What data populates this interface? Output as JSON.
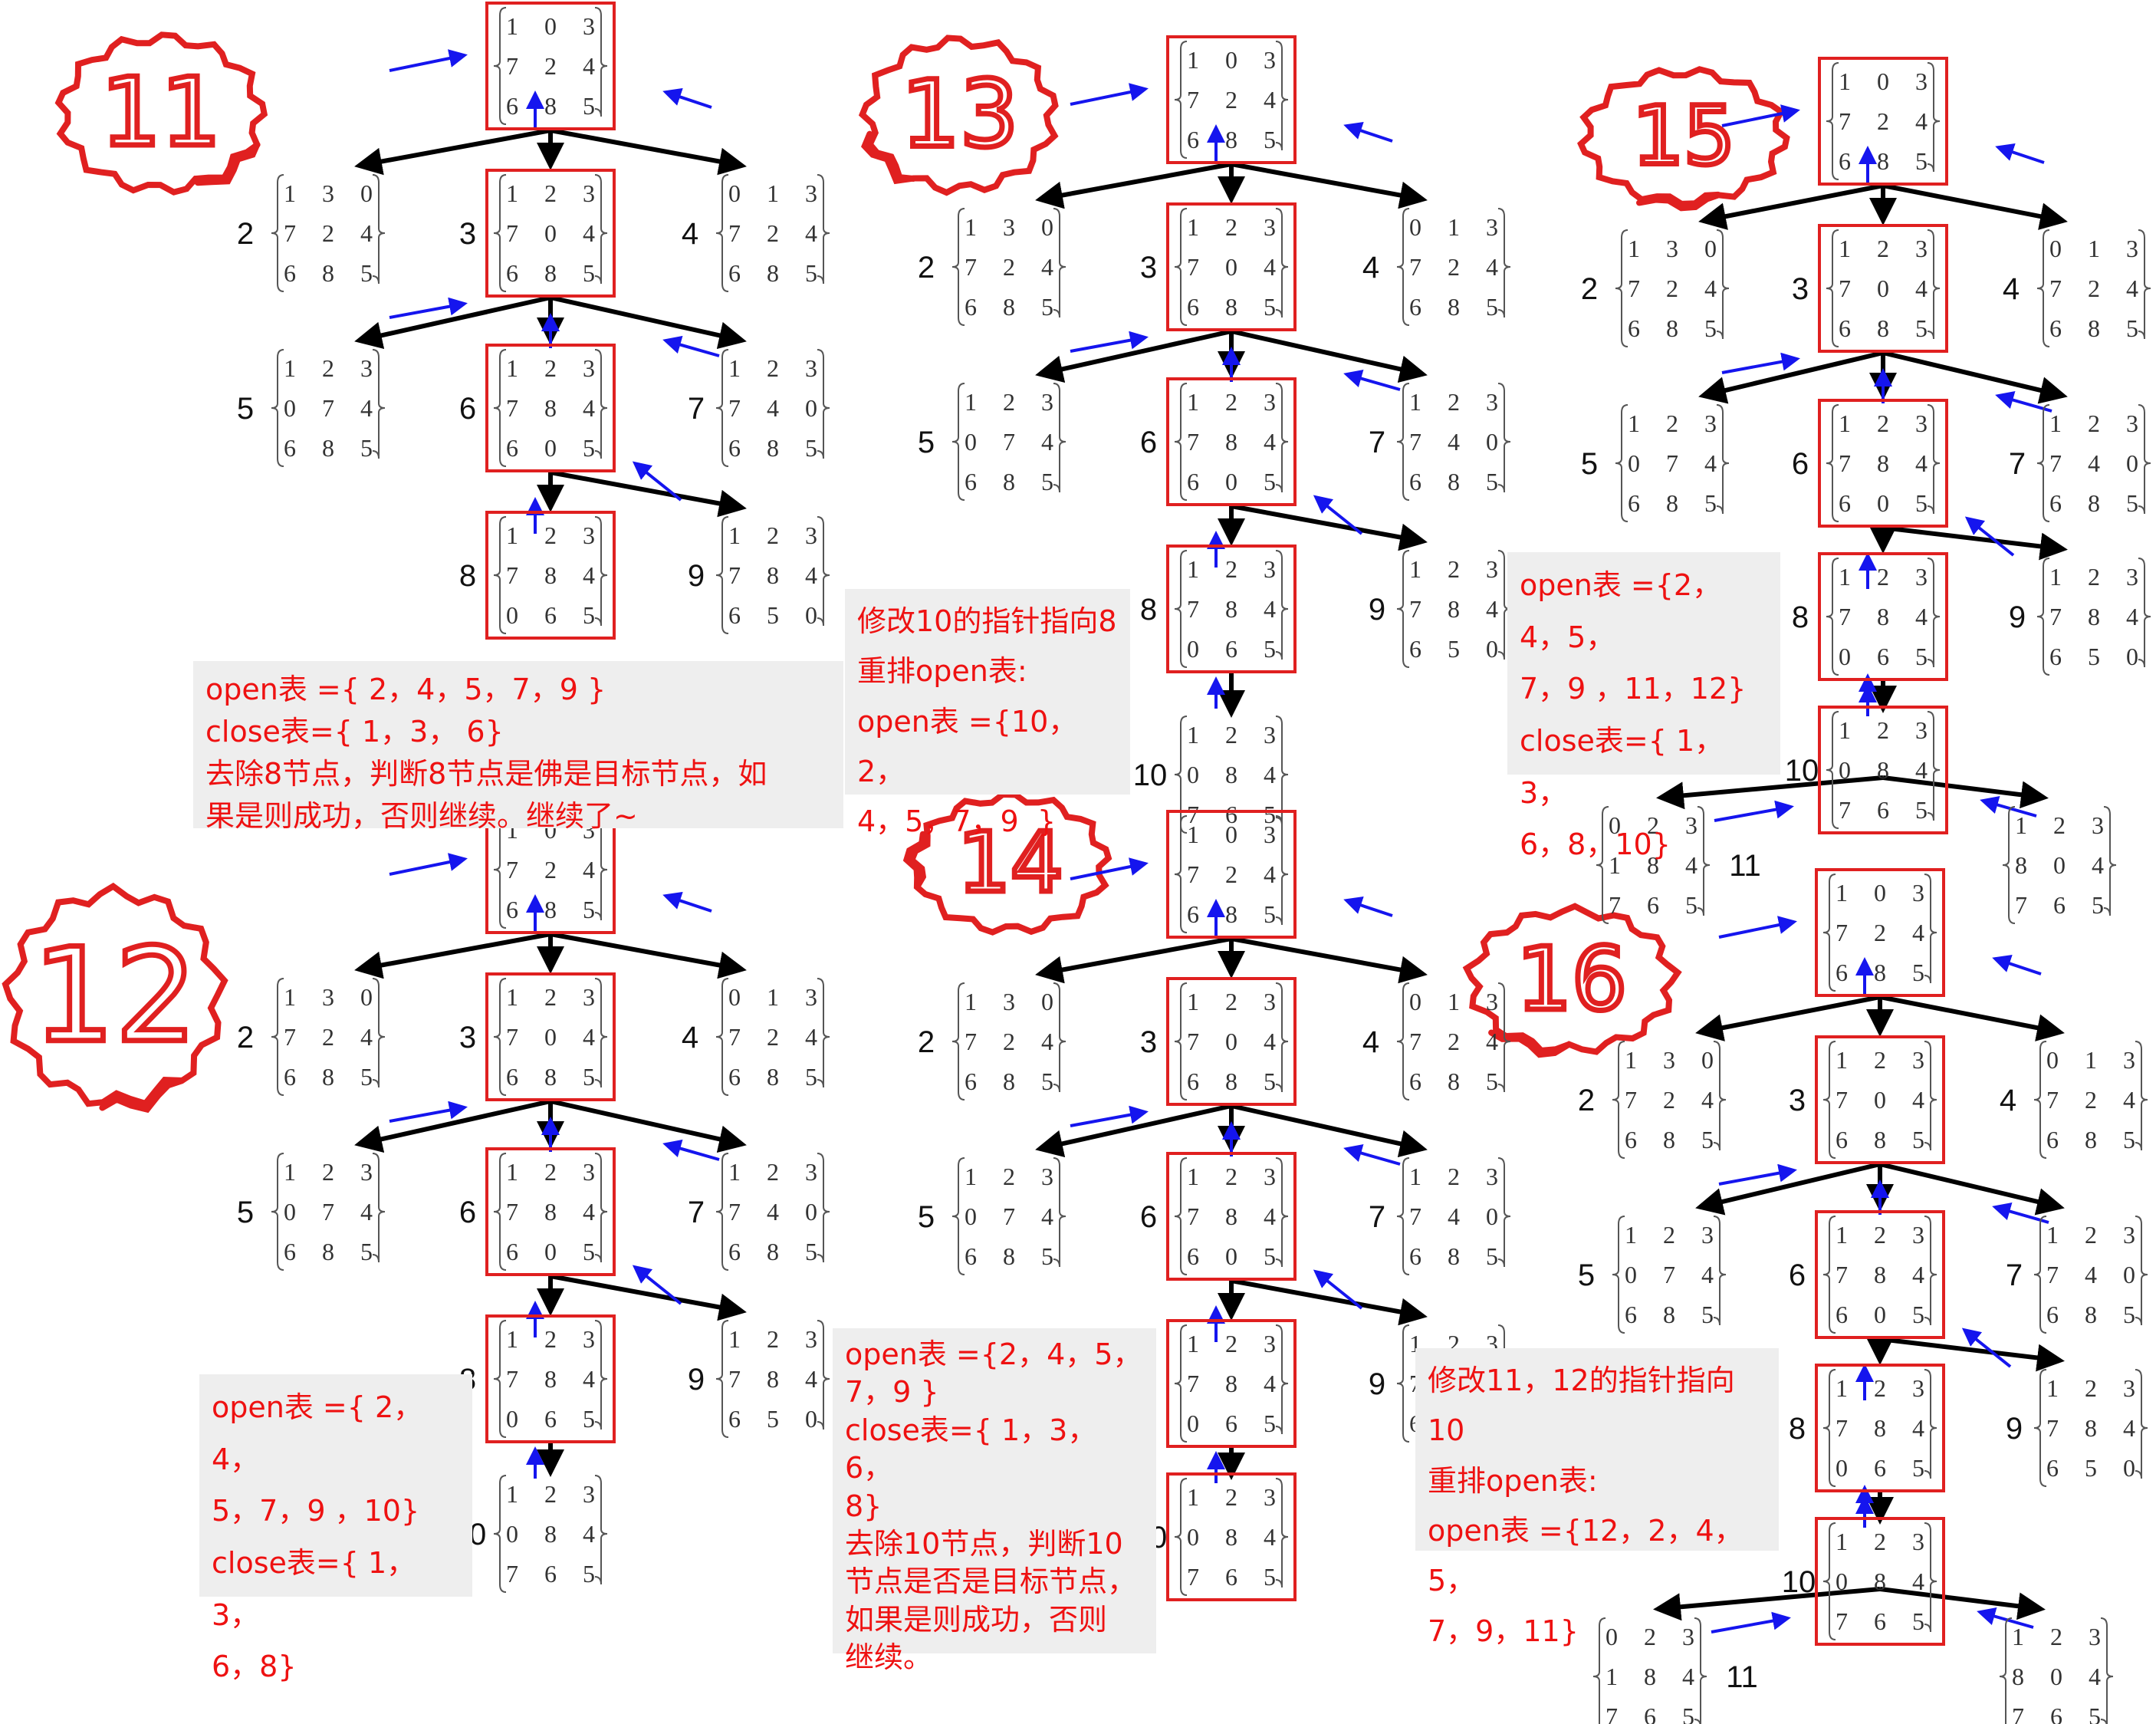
{
  "panels": [
    {
      "mark": "11"
    },
    {
      "mark": "13"
    },
    {
      "mark": "15"
    },
    {
      "mark": "12"
    },
    {
      "mark": "14"
    },
    {
      "mark": "16"
    }
  ],
  "matrices": {
    "s1": [
      "1",
      "0",
      "3",
      "7",
      "2",
      "4",
      "6",
      "8",
      "5"
    ],
    "s2": [
      "1",
      "3",
      "0",
      "7",
      "2",
      "4",
      "6",
      "8",
      "5"
    ],
    "s3": [
      "1",
      "2",
      "3",
      "7",
      "0",
      "4",
      "6",
      "8",
      "5"
    ],
    "s4": [
      "0",
      "1",
      "3",
      "7",
      "2",
      "4",
      "6",
      "8",
      "5"
    ],
    "s5": [
      "1",
      "2",
      "3",
      "0",
      "7",
      "4",
      "6",
      "8",
      "5"
    ],
    "s6": [
      "1",
      "2",
      "3",
      "7",
      "8",
      "4",
      "6",
      "0",
      "5"
    ],
    "s7": [
      "1",
      "2",
      "3",
      "7",
      "4",
      "0",
      "6",
      "8",
      "5"
    ],
    "s8": [
      "1",
      "2",
      "3",
      "7",
      "8",
      "4",
      "0",
      "6",
      "5"
    ],
    "s9": [
      "1",
      "2",
      "3",
      "7",
      "8",
      "4",
      "6",
      "5",
      "0"
    ],
    "s10": [
      "1",
      "2",
      "3",
      "0",
      "8",
      "4",
      "7",
      "6",
      "5"
    ],
    "s11": [
      "0",
      "2",
      "3",
      "1",
      "8",
      "4",
      "7",
      "6",
      "5"
    ],
    "s12": [
      "1",
      "2",
      "3",
      "8",
      "0",
      "4",
      "7",
      "6",
      "5"
    ]
  },
  "node_labels": {
    "n2": "2",
    "n3": "3",
    "n4": "4",
    "n5": "5",
    "n6": "6",
    "n7": "7",
    "n8": "8",
    "n9": "9",
    "n10": "10",
    "n11": "11"
  },
  "notes": {
    "note11": [
      "open表 ={ 2，4，5，7，9 }",
      "close表={ 1，3， 6}",
      "去除8节点，判断8节点是佛是目标节点，如",
      "果是则成功，否则继续。继续了~"
    ],
    "note13": [
      "修改10的指针指向8",
      "重排open表:",
      "open表 ={10，2，",
      "4，5，7，9  }"
    ],
    "note15": [
      "open表 ={2，4，5，",
      "7，9 ，11，12}",
      "close表={ 1，3，",
      "6，8，10}"
    ],
    "note12": [
      "open表 ={ 2，4，",
      "5，7，9 ，10}",
      "close表={ 1，3，",
      "6，8}"
    ],
    "note14": [
      "open表 ={2，4，5，",
      "7，9 }",
      "close表={ 1，3，  6，",
      "8}",
      "去除10节点，判断10",
      "节点是否是目标节点，",
      "如果是则成功，否则",
      "继续。"
    ],
    "note16": [
      "修改11，12的指针指向10",
      "重排open表:",
      "open表 ={12，2，4，5，",
      "7，9，11}"
    ]
  },
  "colors": {
    "highlight": "#e02020",
    "pointer": "#1515ee",
    "edge": "#000000",
    "note_bg": "#eeeeee",
    "note_text": "#ee1111"
  }
}
